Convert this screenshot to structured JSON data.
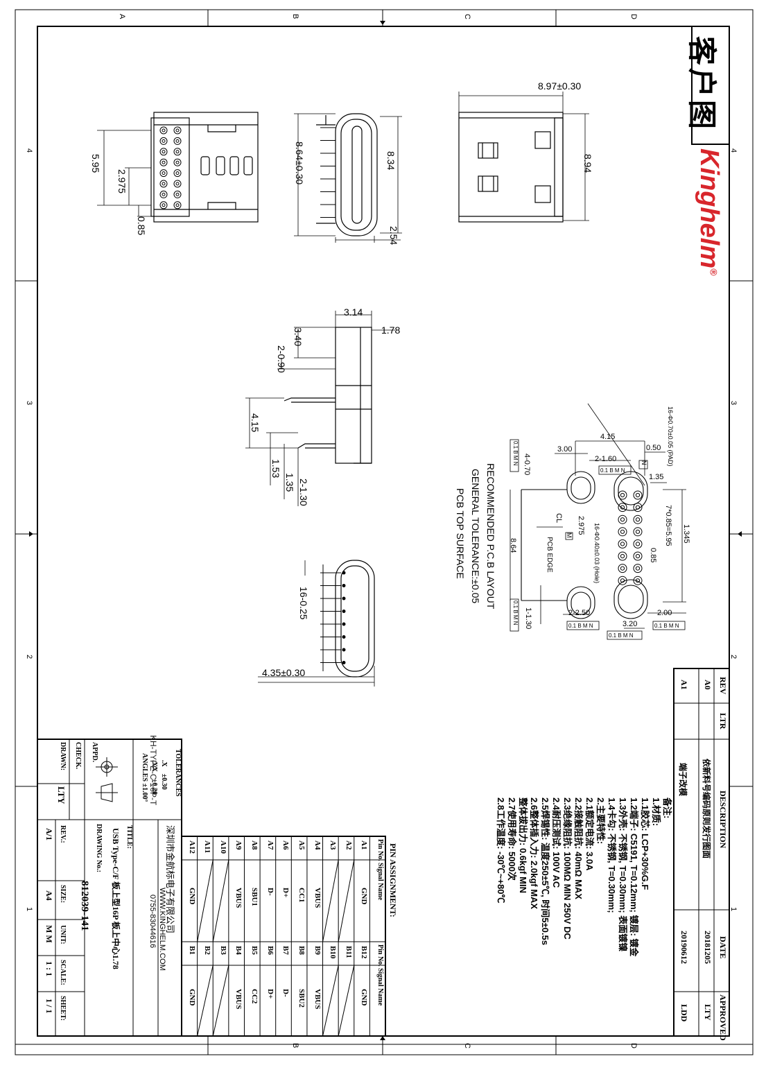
{
  "title_block": {
    "customer_label": "客户图",
    "brand": "Kinghelm",
    "registered": "®",
    "company_cn": "深圳市金航标电子有限公司",
    "website": "WWW.KINGHELM.COM",
    "phone": "0755-83044616",
    "tolerances_label": "TOLERANCES",
    "tol_x": ".X",
    "tol_x_val": "±0.30",
    "tol_xx": ".XX",
    "tol_xx_val": "±0.20",
    "tol_xxx": "ANGLES",
    "tol_xxx_val": "±1.00°",
    "appd_label": "APPD.",
    "check_label": "CHECK.",
    "drawn_label": "DRAWN:",
    "drawn_value": "LTY",
    "title_label": "TITLE:",
    "title_value": "USB Type-C/F 板上型16P 板上中心1.78",
    "title_prefix": "Q",
    "drawing_no_label": "DRAWING No.:",
    "drawing_no": "812039-141",
    "rev_label": "REV.:",
    "rev_value": "A/1",
    "size_label": "SIZE:",
    "size_value": "A4",
    "unit_label": "UNIT:",
    "unit_value": "M M",
    "scale_label": "SCALE:",
    "scale_value": "1 : 1",
    "sheet_label": "SHEET:",
    "sheet_value": "1 / 1",
    "part_overlay": "KH-TYPE-C-16P-T"
  },
  "rev_table": {
    "headers": [
      "REV",
      "LTR",
      "DESCRIPTION",
      "DATE",
      "APPROVED"
    ],
    "rows": [
      {
        "rev": "A0",
        "ltr": "",
        "desc": "依新料号编码原则发行图面",
        "date": "20181205",
        "approved": "LTY"
      },
      {
        "rev": "A1",
        "ltr": "",
        "desc": "端子改模",
        "date": "20190612",
        "approved": "LDD"
      }
    ]
  },
  "notes": {
    "title": "备注:",
    "lines": [
      "1.材质:",
      "1.1胶芯: LCP+30%G.F",
      "1.2端子: C5191, T=0.12mm; 镀层: 镀金",
      "1.3外壳: 不锈钢, T=0.30mm; 表面镀镍",
      "1.4卡勾: 不锈钢, T=0.30mm;",
      "2.主要特性:",
      "2.1额定电流: 3.0A",
      "2.2接触阻抗: 40mΩ MAX",
      "2.3绝缘阻抗: 100MΩ MIN 250V DC",
      "2.4耐压测试: 100V AC",
      "2.5焊锡性: 温度250±5℃, 时间5±0.5s",
      "2.6整体插入力: 2.0kgf MAX",
      "   整体拔出力: 0.6kgf MIN",
      "2.7使用寿命: 5000次",
      "2.8工作温度: -30℃~+80℃"
    ]
  },
  "pin_assignment": {
    "title": "PIN ASSIGNMENT:",
    "headers": [
      "Pin No.",
      "Signal Name",
      "Pin No.",
      "Signal Name"
    ],
    "rows": [
      [
        "A1",
        "GND",
        "B12",
        "GND"
      ],
      [
        "A2",
        "",
        "B11",
        ""
      ],
      [
        "A3",
        "",
        "B10",
        ""
      ],
      [
        "A4",
        "VBUS",
        "B9",
        "VBUS"
      ],
      [
        "A5",
        "CC1",
        "B8",
        "SBU2"
      ],
      [
        "A6",
        "D+",
        "B7",
        "D-"
      ],
      [
        "A7",
        "D-",
        "B6",
        "D+"
      ],
      [
        "A8",
        "SBU1",
        "B5",
        "CC2"
      ],
      [
        "A9",
        "VBUS",
        "B4",
        "VBUS"
      ],
      [
        "A10",
        "",
        "B3",
        ""
      ],
      [
        "A11",
        "",
        "B2",
        ""
      ],
      [
        "A12",
        "GND",
        "B1",
        "GND"
      ]
    ]
  },
  "dimensions": {
    "d_8_97": "8.97±0.30",
    "d_8_94": "8.94",
    "d_8_64": "8.64±0.30",
    "d_8_34": "8.34",
    "d_2_54": "2.54",
    "d_5_95": "5.95",
    "d_2_975": "2.975",
    "d_0_85": "0.85",
    "d_3_14": "3.14",
    "d_1_78": "1.78",
    "d_3_40": "3.40",
    "d_2_0_90": "2-0.90",
    "d_4_15": "4.15",
    "d_1_53": "1.53",
    "d_1_35": "1.35",
    "d_2_1_30": "2-1.30",
    "d_16_0_25": "16-0.25",
    "d_4_35": "4.35±0.30"
  },
  "pcb_layout": {
    "label1": "RECOMMENDED P.C.B LAYOUT",
    "label2": "GENERAL TOLERANCE:±0.05",
    "label3": "PCB TOP SURFACE",
    "pad_note": "16-Φ0.70±0.05 (PAD)",
    "hole_note": "16-Φ0.40±0.03 (Hole)",
    "d_4_15": "4.15",
    "d_3_00": "3.00",
    "d_0_50": "0.50",
    "d_2_1_60": "2-1.60",
    "d_1_35": "1.35",
    "d_1_345": "1.345",
    "d_7_0_85": "7*0.85=5.95",
    "d_0_85": "0.85",
    "d_2_975": "2.975",
    "d_8_64": "8.64",
    "d_4_0_70": "4-0.70",
    "d_1_1_30": "1-1.30",
    "d_2_2_50": "2-2.50",
    "d_3_20": "3.20",
    "d_2_00": "2.00",
    "pcb_edge": "PCB EDGE",
    "datum_n": "N",
    "datum_m": "M",
    "gdt": "0.1 B M N",
    "cl": "CL"
  },
  "border": {
    "cols": [
      "A",
      "B",
      "C",
      "D"
    ],
    "rows": [
      "4",
      "3",
      "2",
      "1"
    ]
  },
  "colors": {
    "brand": "#d8262c",
    "ink": "#000000"
  }
}
